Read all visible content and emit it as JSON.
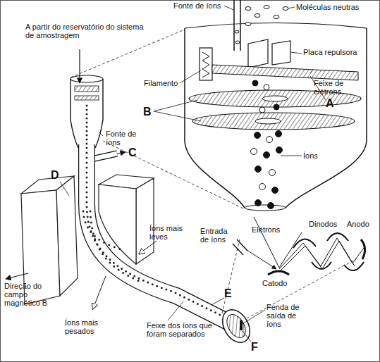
{
  "diagram": {
    "labels": [
      "Fonte de íons",
      "Moléculas neutras",
      "A partir do reservatório do sistema de amostragem",
      "Placa repulsora",
      "Feixe de elétrons",
      "Filamento",
      "A",
      "B",
      "Fonte de íons",
      "Íons",
      "C",
      "D",
      "Íons mais leves",
      "Entrada de íons",
      "Elétrons",
      "Dinodos",
      "Catodo",
      "Anodo",
      "Direção do campo magnético B",
      "E",
      "Fenda de saída de íons",
      "Íons mais pesados",
      "Feixe dos íons que foram separados",
      "F"
    ]
  }
}
